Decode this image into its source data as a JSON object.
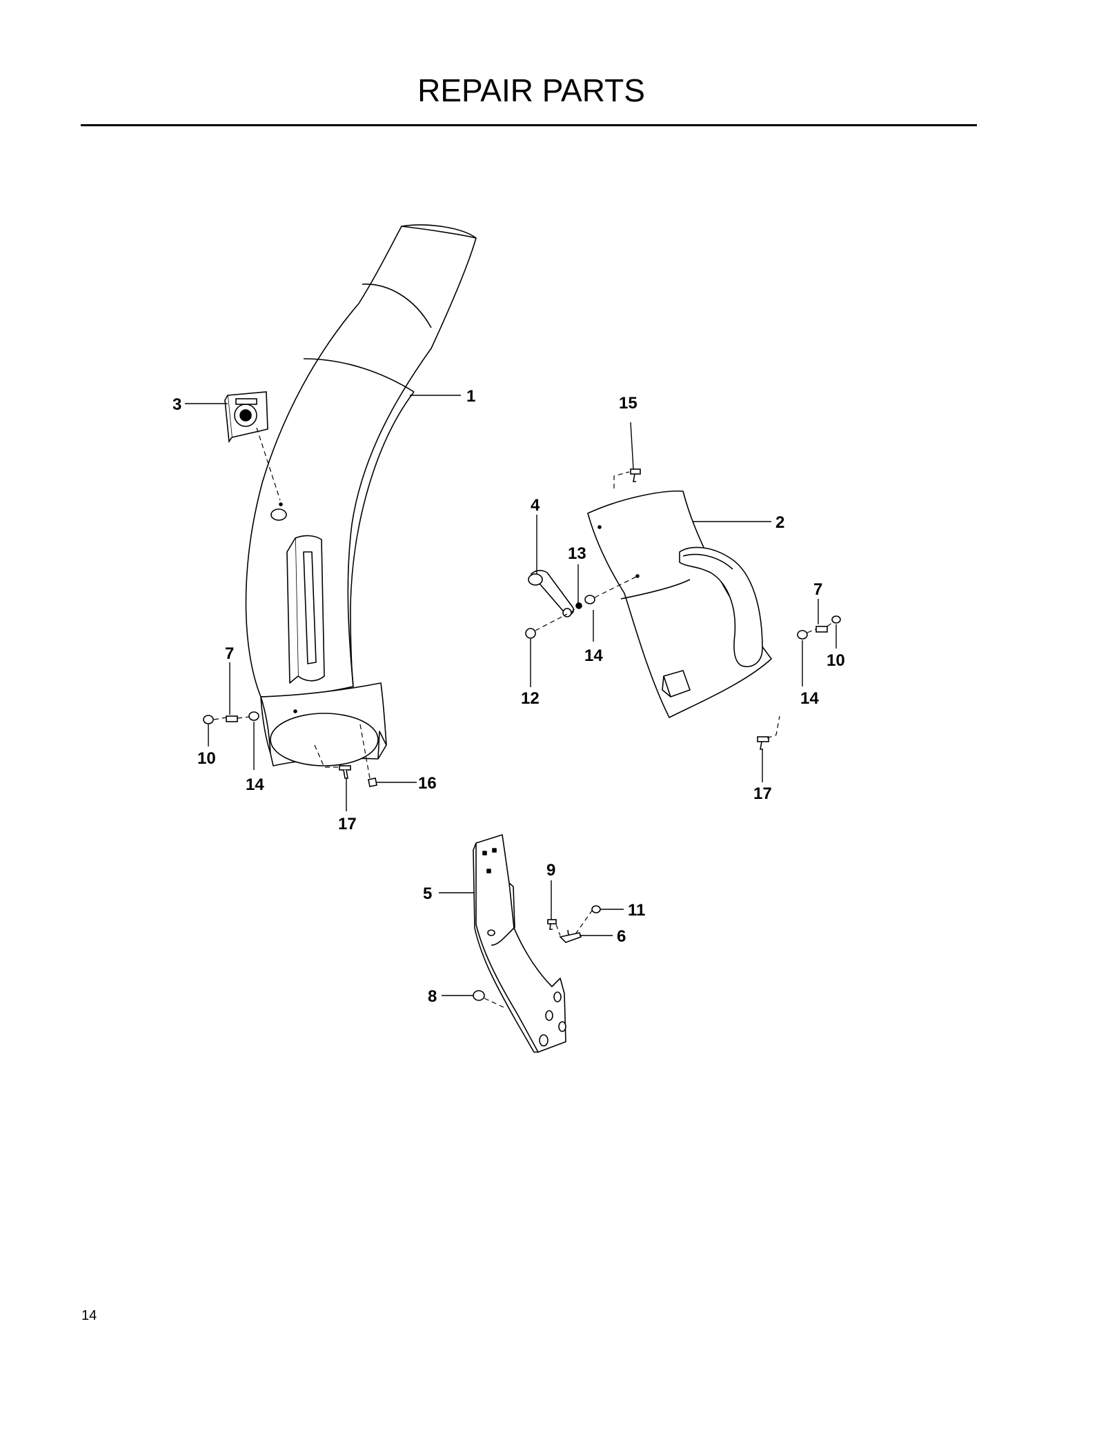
{
  "page": {
    "title": "REPAIR PARTS",
    "page_number": "14"
  },
  "callouts": [
    {
      "id": "c1",
      "label": "1"
    },
    {
      "id": "c2",
      "label": "2"
    },
    {
      "id": "c3",
      "label": "3"
    },
    {
      "id": "c4",
      "label": "4"
    },
    {
      "id": "c5",
      "label": "5"
    },
    {
      "id": "c6",
      "label": "6"
    },
    {
      "id": "c7a",
      "label": "7"
    },
    {
      "id": "c7b",
      "label": "7"
    },
    {
      "id": "c8",
      "label": "8"
    },
    {
      "id": "c9",
      "label": "9"
    },
    {
      "id": "c10a",
      "label": "10"
    },
    {
      "id": "c10b",
      "label": "10"
    },
    {
      "id": "c11",
      "label": "11"
    },
    {
      "id": "c12",
      "label": "12"
    },
    {
      "id": "c13",
      "label": "13"
    },
    {
      "id": "c14a",
      "label": "14"
    },
    {
      "id": "c14b",
      "label": "14"
    },
    {
      "id": "c14c",
      "label": "14"
    },
    {
      "id": "c15",
      "label": "15"
    },
    {
      "id": "c16",
      "label": "16"
    },
    {
      "id": "c17a",
      "label": "17"
    },
    {
      "id": "c17b",
      "label": "17"
    }
  ]
}
